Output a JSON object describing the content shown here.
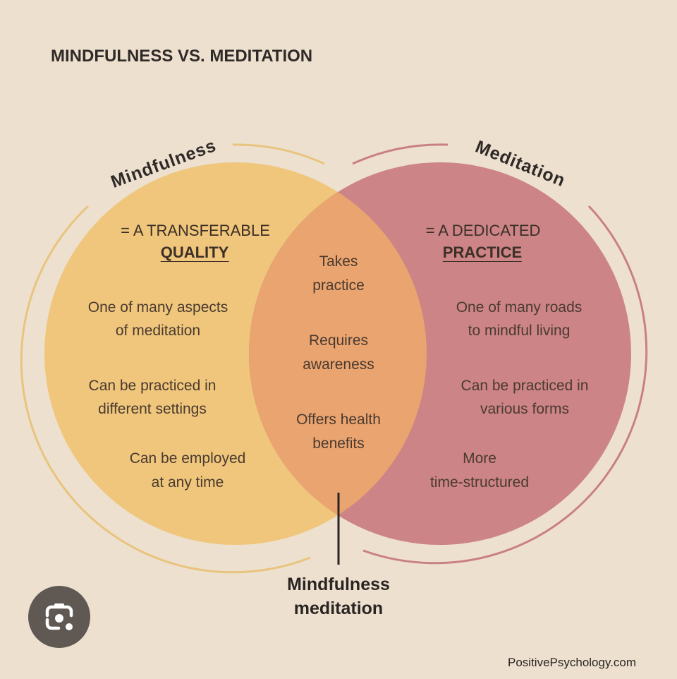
{
  "title": "MINDFULNESS VS. MEDITATION",
  "left": {
    "label": "Mindfulness",
    "heading_line1": "= A TRANSFERABLE",
    "heading_line2": "QUALITY",
    "items": [
      [
        "One of many aspects",
        "of meditation"
      ],
      [
        "Can be practiced in",
        "different settings"
      ],
      [
        "Can be employed",
        "at any time"
      ]
    ]
  },
  "right": {
    "label": "Meditation",
    "heading_line1": "= A DEDICATED",
    "heading_line2": "PRACTICE",
    "items": [
      [
        "One of many roads",
        "to mindful living"
      ],
      [
        "Can be practiced in",
        "various forms"
      ],
      [
        "More",
        "time-structured"
      ]
    ]
  },
  "overlap": {
    "items": [
      [
        "Takes",
        "practice"
      ],
      [
        "Requires",
        "awareness"
      ],
      [
        "Offers health",
        "benefits"
      ]
    ],
    "label_line1": "Mindfulness",
    "label_line2": "meditation"
  },
  "source": "PositivePsychology.com",
  "colors": {
    "background": "#eee0ce",
    "left": "#efc67b",
    "right": "#cc8487",
    "overlap": "#e9a46f"
  },
  "lens_button": "lens-camera-icon"
}
